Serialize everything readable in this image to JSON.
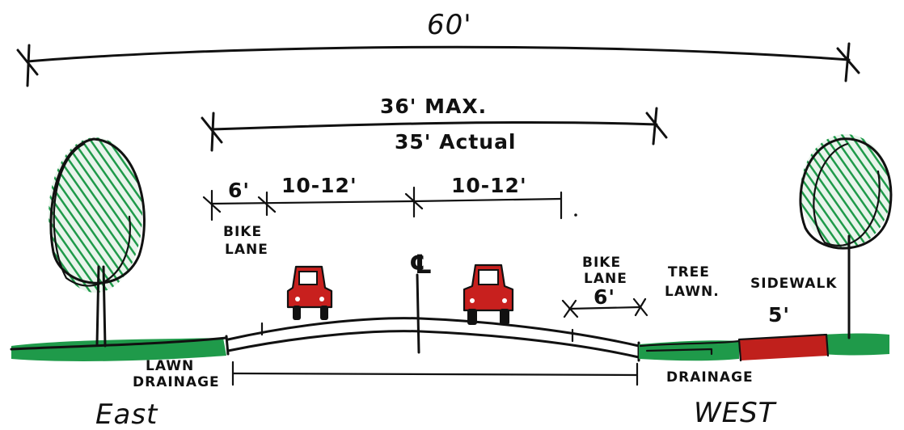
{
  "dimensions": {
    "overall_width": "60'",
    "roadway_max": "36' MAX.",
    "roadway_actual": "35' Actual",
    "bike_lane_east_width": "6'",
    "travel_lane_east_width": "10-12'",
    "travel_lane_west_width": "10-12'",
    "centerline_symbol": "℄",
    "bike_lane_west_width": "6'",
    "sidewalk_width": "5'"
  },
  "labels": {
    "bike_lane_east_line1": "BIKE",
    "bike_lane_east_line2": "LANE",
    "bike_lane_west_line1": "BIKE",
    "bike_lane_west_line2": "LANE",
    "tree_lawn_line1": "TREE",
    "tree_lawn_line2": "LAWN.",
    "sidewalk": "SIDEWALK",
    "lawn_drainage_line1": "LAWN",
    "lawn_drainage_line2": "DRAINAGE",
    "drainage_west": "DRAINAGE"
  },
  "directions": {
    "east": "East",
    "west": "WEST"
  },
  "colors": {
    "ink": "#111111",
    "grass": "#1f9a4a",
    "tree_canopy": "#2a9a55",
    "car": "#c8201e",
    "sidewalk": "#c0201c"
  }
}
